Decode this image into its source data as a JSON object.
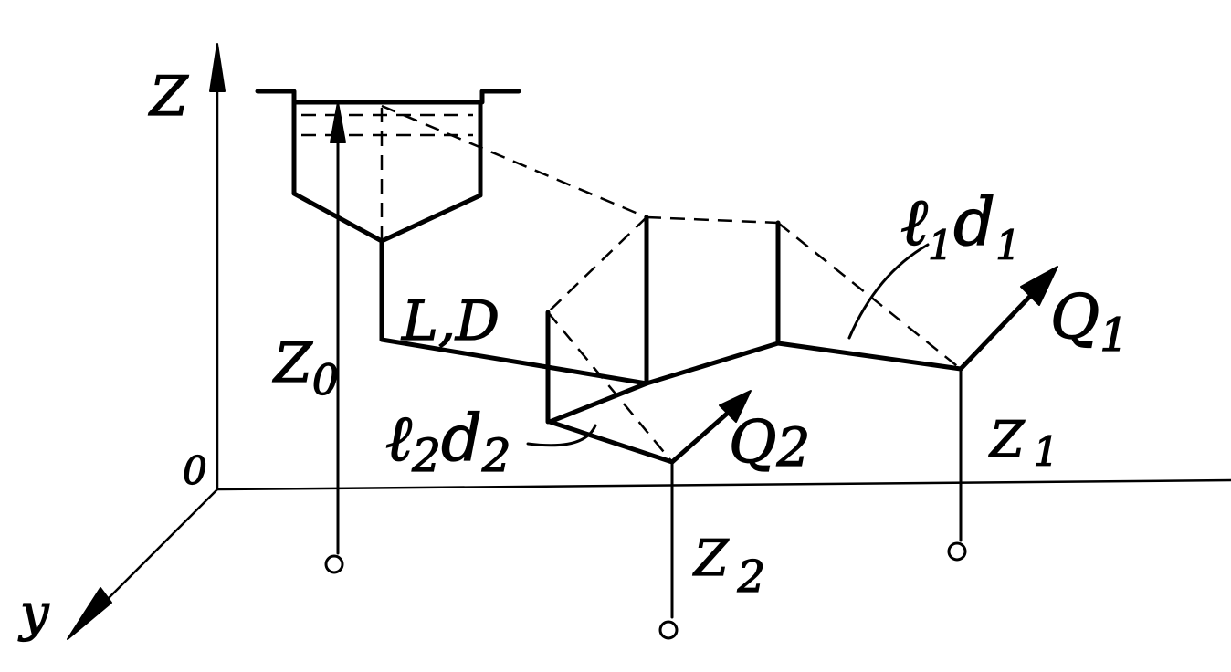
{
  "axes": {
    "z": "Z",
    "y": "y",
    "origin": "0"
  },
  "labels": {
    "main_pipe": "L,D",
    "z0": "Z",
    "z0_sub": "0",
    "z1": "Z",
    "z1_sub": "1",
    "z2": "Z",
    "z2_sub": "2",
    "q1": "Q",
    "q1_sub": "1",
    "q2": "Q",
    "q2_sub": "2",
    "branch1_l": "ℓ",
    "branch1_l_sub": "1",
    "branch1_d": "d",
    "branch1_d_sub": "1",
    "branch2_l": "ℓ",
    "branch2_l_sub": "2",
    "branch2_d": "d",
    "branch2_d_sub": "2"
  }
}
